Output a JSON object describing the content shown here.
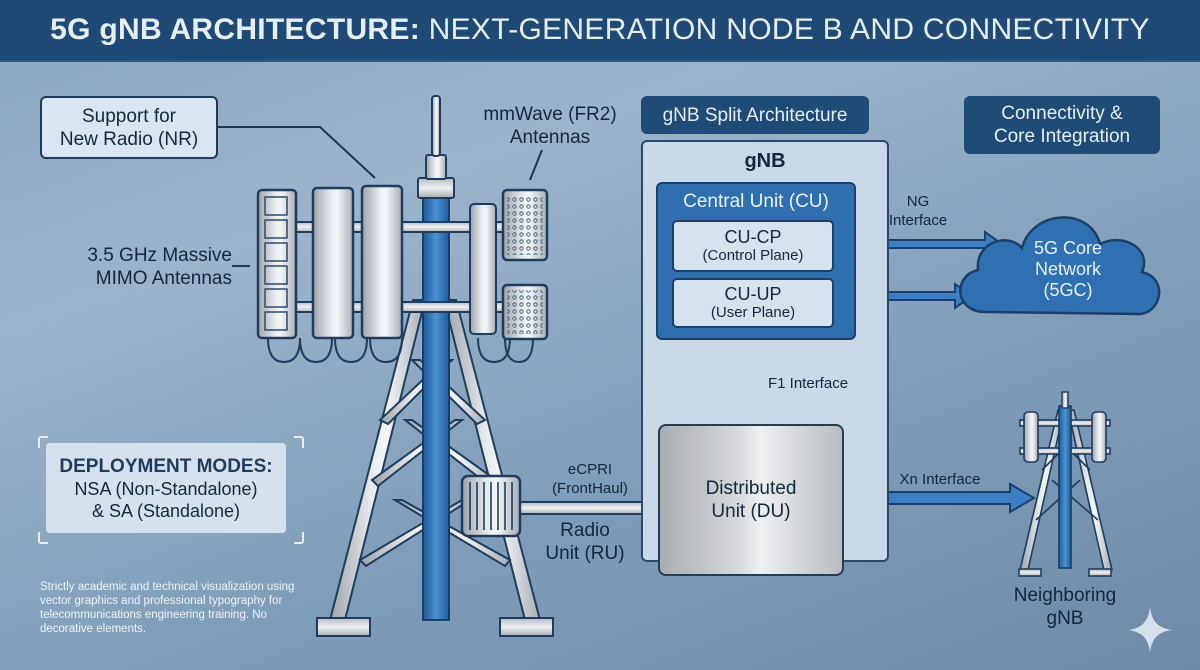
{
  "header": {
    "title_bold": "5G gNB ARCHITECTURE:",
    "title_light": "NEXT-GENERATION NODE B AND CONNECTIVITY"
  },
  "callouts": {
    "nr_support": [
      "Support for",
      "New Radio (NR)"
    ],
    "massive_mimo": [
      "3.5 GHz Massive",
      "MIMO Antennas"
    ],
    "mmwave": [
      "mmWave (FR2)",
      "Antennas"
    ]
  },
  "split_architecture": {
    "heading": "gNB Split Architecture",
    "gnb_label": "gNB",
    "cu": {
      "label": "Central Unit (CU)",
      "cp": {
        "name": "CU-CP",
        "desc": "(Control Plane)"
      },
      "up": {
        "name": "CU-UP",
        "desc": "(User Plane)"
      }
    },
    "f1_label": "F1 Interface",
    "du": [
      "Distributed",
      "Unit (DU)"
    ]
  },
  "fronthaul": {
    "link_label": [
      "eCPRI",
      "(FrontHaul)"
    ],
    "ru_label": [
      "Radio",
      "Unit (RU)"
    ]
  },
  "connectivity": {
    "heading": [
      "Connectivity &",
      "Core Integration"
    ],
    "ng_label": [
      "NG",
      "Interface"
    ],
    "core": [
      "5G Core",
      "Network",
      "(5GC)"
    ],
    "xn_label": "Xn Interface",
    "neighbor": [
      "Neighboring",
      "gNB"
    ]
  },
  "deployment": {
    "title": "DEPLOYMENT MODES:",
    "line1": "NSA (Non-Standalone)",
    "line2": "& SA (Standalone)"
  },
  "footnote": "Strictly academic and technical visualization using vector graphics and professional typography for telecommunications engineering training. No decorative elements.",
  "icons": {
    "sparkle": "sparkle-icon"
  },
  "colors": {
    "header_bg": "#1e4a75",
    "accent_blue": "#2f6fb0",
    "arrow_blue": "#3a7fc4",
    "panel_light": "#c9d9e8",
    "outline": "#1b3f66"
  }
}
